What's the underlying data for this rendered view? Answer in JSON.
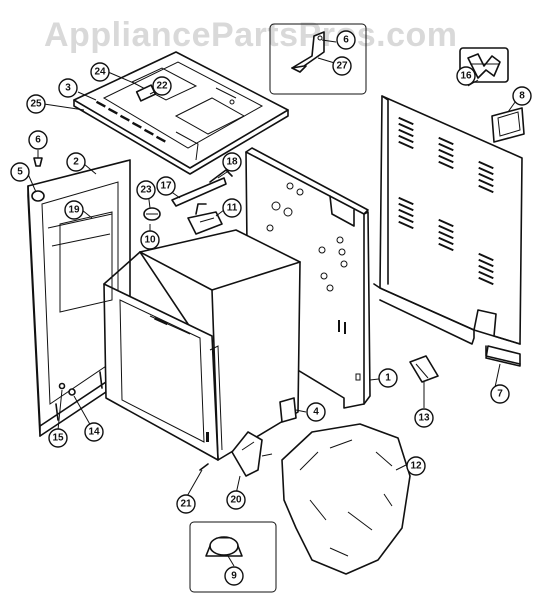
{
  "watermark": "AppliancePartsPros.com",
  "callouts": [
    {
      "id": "c1",
      "label": "1"
    },
    {
      "id": "c2",
      "label": "2"
    },
    {
      "id": "c3",
      "label": "3"
    },
    {
      "id": "c4",
      "label": "4"
    },
    {
      "id": "c5",
      "label": "5"
    },
    {
      "id": "c6a",
      "label": "6"
    },
    {
      "id": "c6b",
      "label": "6"
    },
    {
      "id": "c7",
      "label": "7"
    },
    {
      "id": "c8",
      "label": "8"
    },
    {
      "id": "c9",
      "label": "9"
    },
    {
      "id": "c10",
      "label": "10"
    },
    {
      "id": "c11",
      "label": "11"
    },
    {
      "id": "c12",
      "label": "12"
    },
    {
      "id": "c13",
      "label": "13"
    },
    {
      "id": "c14",
      "label": "14"
    },
    {
      "id": "c15",
      "label": "15"
    },
    {
      "id": "c16",
      "label": "16"
    },
    {
      "id": "c17",
      "label": "17"
    },
    {
      "id": "c18",
      "label": "18"
    },
    {
      "id": "c19",
      "label": "19"
    },
    {
      "id": "c20",
      "label": "20"
    },
    {
      "id": "c21",
      "label": "21"
    },
    {
      "id": "c22",
      "label": "22"
    },
    {
      "id": "c23",
      "label": "23"
    },
    {
      "id": "c24",
      "label": "24"
    },
    {
      "id": "c25",
      "label": "25"
    },
    {
      "id": "c27",
      "label": "27"
    }
  ]
}
